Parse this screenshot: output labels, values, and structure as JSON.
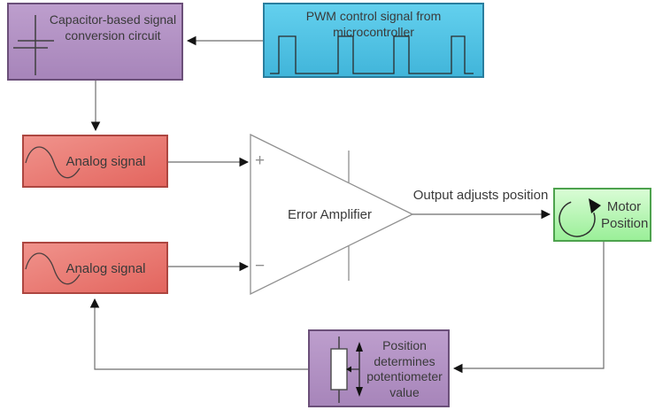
{
  "colors": {
    "purple_fill_top": "#bd9ecd",
    "purple_fill_bottom": "#a785ba",
    "purple_border": "#6b4f79",
    "cyan_fill_top": "#63d0ee",
    "cyan_fill_bottom": "#41b5da",
    "cyan_border": "#2a7e9e",
    "red_fill_top": "#f0938c",
    "red_fill_bottom": "#e3655e",
    "red_border": "#ad4640",
    "green_fill_top": "#d9fcd5",
    "green_fill_bottom": "#9aef98",
    "green_border": "#4da24d",
    "line": "#6e6e6e",
    "arrowhead": "#141414",
    "amp_outline": "#8f8f8f",
    "text": "#3a3a3a"
  },
  "nodes": {
    "capacitor": {
      "label": "Capacitor-based signal conversion circuit",
      "icon": "capacitor-icon"
    },
    "pwm": {
      "label": "PWM control signal from microcontroller",
      "icon": "pwm-waveform-icon"
    },
    "analog_top": {
      "label": "Analog signal",
      "icon": "sine-wave-icon"
    },
    "analog_bottom": {
      "label": "Analog signal",
      "icon": "sine-wave-icon"
    },
    "amplifier": {
      "label": "Error Amplifier",
      "plus": "+",
      "minus": "−"
    },
    "motor": {
      "label": "Motor Position",
      "icon": "rotation-icon"
    },
    "potentiometer": {
      "label": "Position determines potentiometer value",
      "icon": "potentiometer-icon"
    }
  },
  "labels": {
    "output": "Output adjusts position"
  }
}
